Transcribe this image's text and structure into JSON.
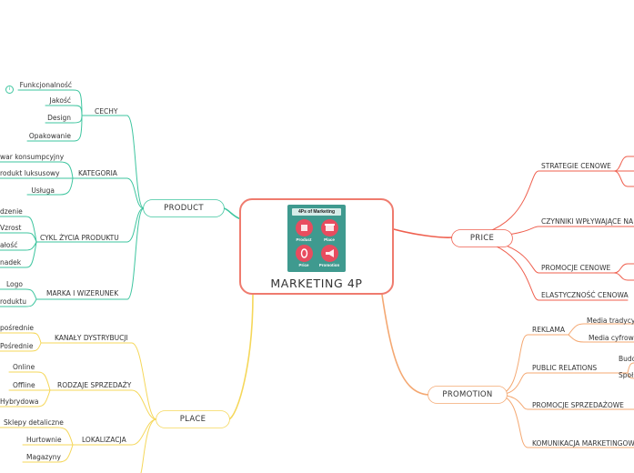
{
  "central": {
    "title": "MARKETING 4P",
    "logo": {
      "banner": "4Ps of Marketing",
      "items": [
        "Product",
        "Place",
        "Price",
        "Promotion"
      ]
    }
  },
  "product": {
    "label": "PRODUCT",
    "cechy": {
      "label": "CECHY",
      "items": [
        "Funkcjonalność",
        "Jakość",
        "Design",
        "Opakowanie"
      ]
    },
    "kategoria": {
      "label": "KATEGORIA",
      "items": [
        "war konsumpcyjny",
        "rodukt luksusowy",
        "Usługa"
      ]
    },
    "cykl": {
      "label": "CYKL ŻYCIA PRODUKTU",
      "items": [
        "dzenie",
        "Vzrost",
        "ałość",
        "nadek"
      ]
    },
    "marka": {
      "label": "MARKA I WIZERUNEK",
      "items": [
        "Logo",
        "roduktu"
      ]
    }
  },
  "place": {
    "label": "PLACE",
    "kanaly": {
      "label": "KANAŁY DYSTRYBUCJI",
      "items": [
        "pośrednie",
        "Pośrednie"
      ]
    },
    "rodzaje": {
      "label": "RODZAJE SPRZEDAŻY",
      "items": [
        "Online",
        "Offline",
        "Hybrydowa"
      ]
    },
    "lokalizacja": {
      "label": "LOKALIZACJA",
      "items": [
        "Sklepy detaliczne",
        "Hurtownie",
        "Magazyny"
      ]
    }
  },
  "price": {
    "label": "PRICE",
    "subs": [
      "STRATEGIE CENOWE",
      "CZYNNIKI WPŁYWAJĄCE NA",
      "PROMOCJE CENOWE",
      "ELASTYCZNOŚĆ CENOWA"
    ]
  },
  "promotion": {
    "label": "PROMOTION",
    "reklama": {
      "label": "REKLAMA",
      "items": [
        "Media tradycyj",
        "Media cyfrowe"
      ]
    },
    "pr": {
      "label": "PUBLIC RELATIONS",
      "items": [
        "Budo",
        "Społ"
      ]
    },
    "promocje": {
      "label": "PROMOCJE SPRZEDAŻOWE"
    },
    "komunikacja": {
      "label": "KOMUNIKACJA MARKETINGOWA"
    }
  },
  "colors": {
    "product": "#3ec59f",
    "place": "#f5d75a",
    "price": "#ef5f4e",
    "promotion": "#f4a872",
    "central": "#ef7b6e",
    "logo_bg": "#3f9a8f",
    "logo_icon": "#e84c5f"
  }
}
